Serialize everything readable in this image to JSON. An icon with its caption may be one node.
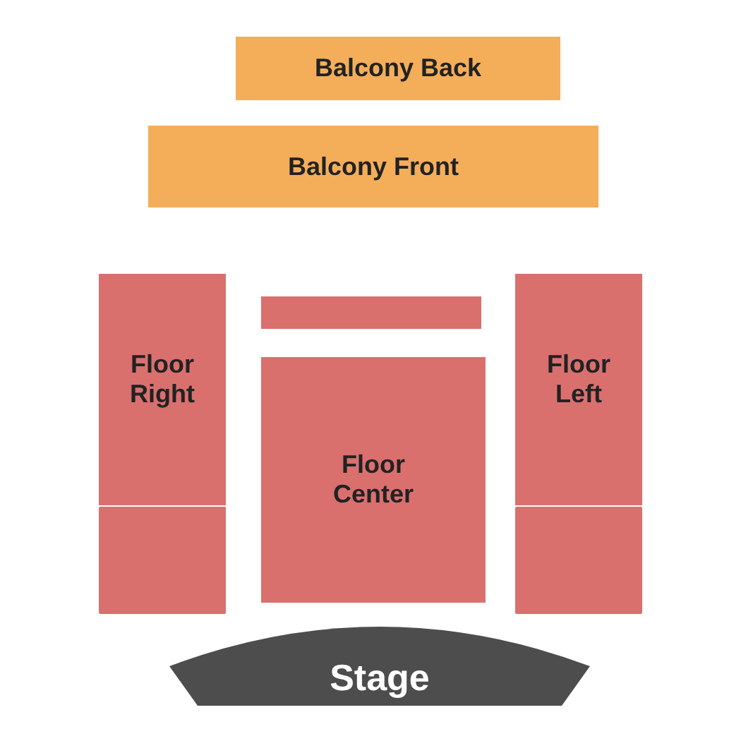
{
  "diagram": {
    "nodes": [
      {
        "text": [
          "Balcony Back"
        ]
      },
      {
        "text": [
          "Balcony Front"
        ]
      },
      {
        "text": [
          "Floor Right"
        ]
      },
      {
        "text": [],
        "shape": "bar"
      },
      {
        "text": [
          "Floor Center"
        ]
      },
      {
        "text": [
          "Floor Left"
        ]
      },
      {
        "text": [],
        "shape": "box"
      },
      {
        "text": [],
        "shape": "box"
      },
      {
        "text": [
          "Stage"
        ]
      }
    ]
  }
}
